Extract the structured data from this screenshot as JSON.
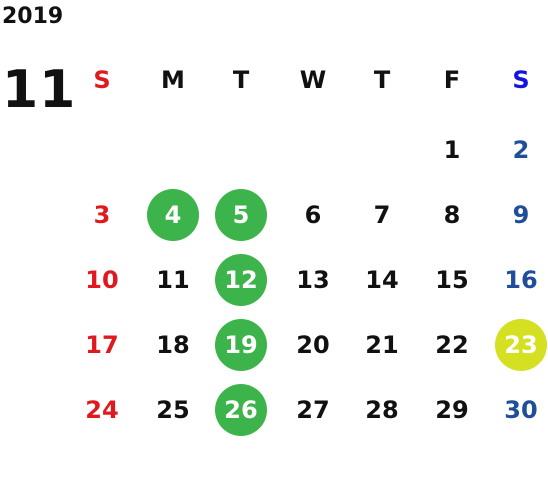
{
  "year": "2019",
  "month": "11",
  "weekdays": [
    "S",
    "M",
    "T",
    "W",
    "T",
    "F",
    "S"
  ],
  "weeks": [
    [
      "",
      "",
      "",
      "",
      "",
      "1",
      "2"
    ],
    [
      "3",
      "4",
      "5",
      "6",
      "7",
      "8",
      "9"
    ],
    [
      "10",
      "11",
      "12",
      "13",
      "14",
      "15",
      "16"
    ],
    [
      "17",
      "18",
      "19",
      "20",
      "21",
      "22",
      "23"
    ],
    [
      "24",
      "25",
      "26",
      "27",
      "28",
      "29",
      "30"
    ]
  ],
  "highlights": {
    "4": "green",
    "5": "green",
    "12": "green",
    "19": "green",
    "26": "green",
    "23": "yellow"
  },
  "colors": {
    "sunday": "#e0191f",
    "saturday": "#1f4f9a",
    "saturday_header": "#1414e0",
    "green_highlight": "#3cb44b",
    "yellow_highlight": "#d4e021"
  }
}
